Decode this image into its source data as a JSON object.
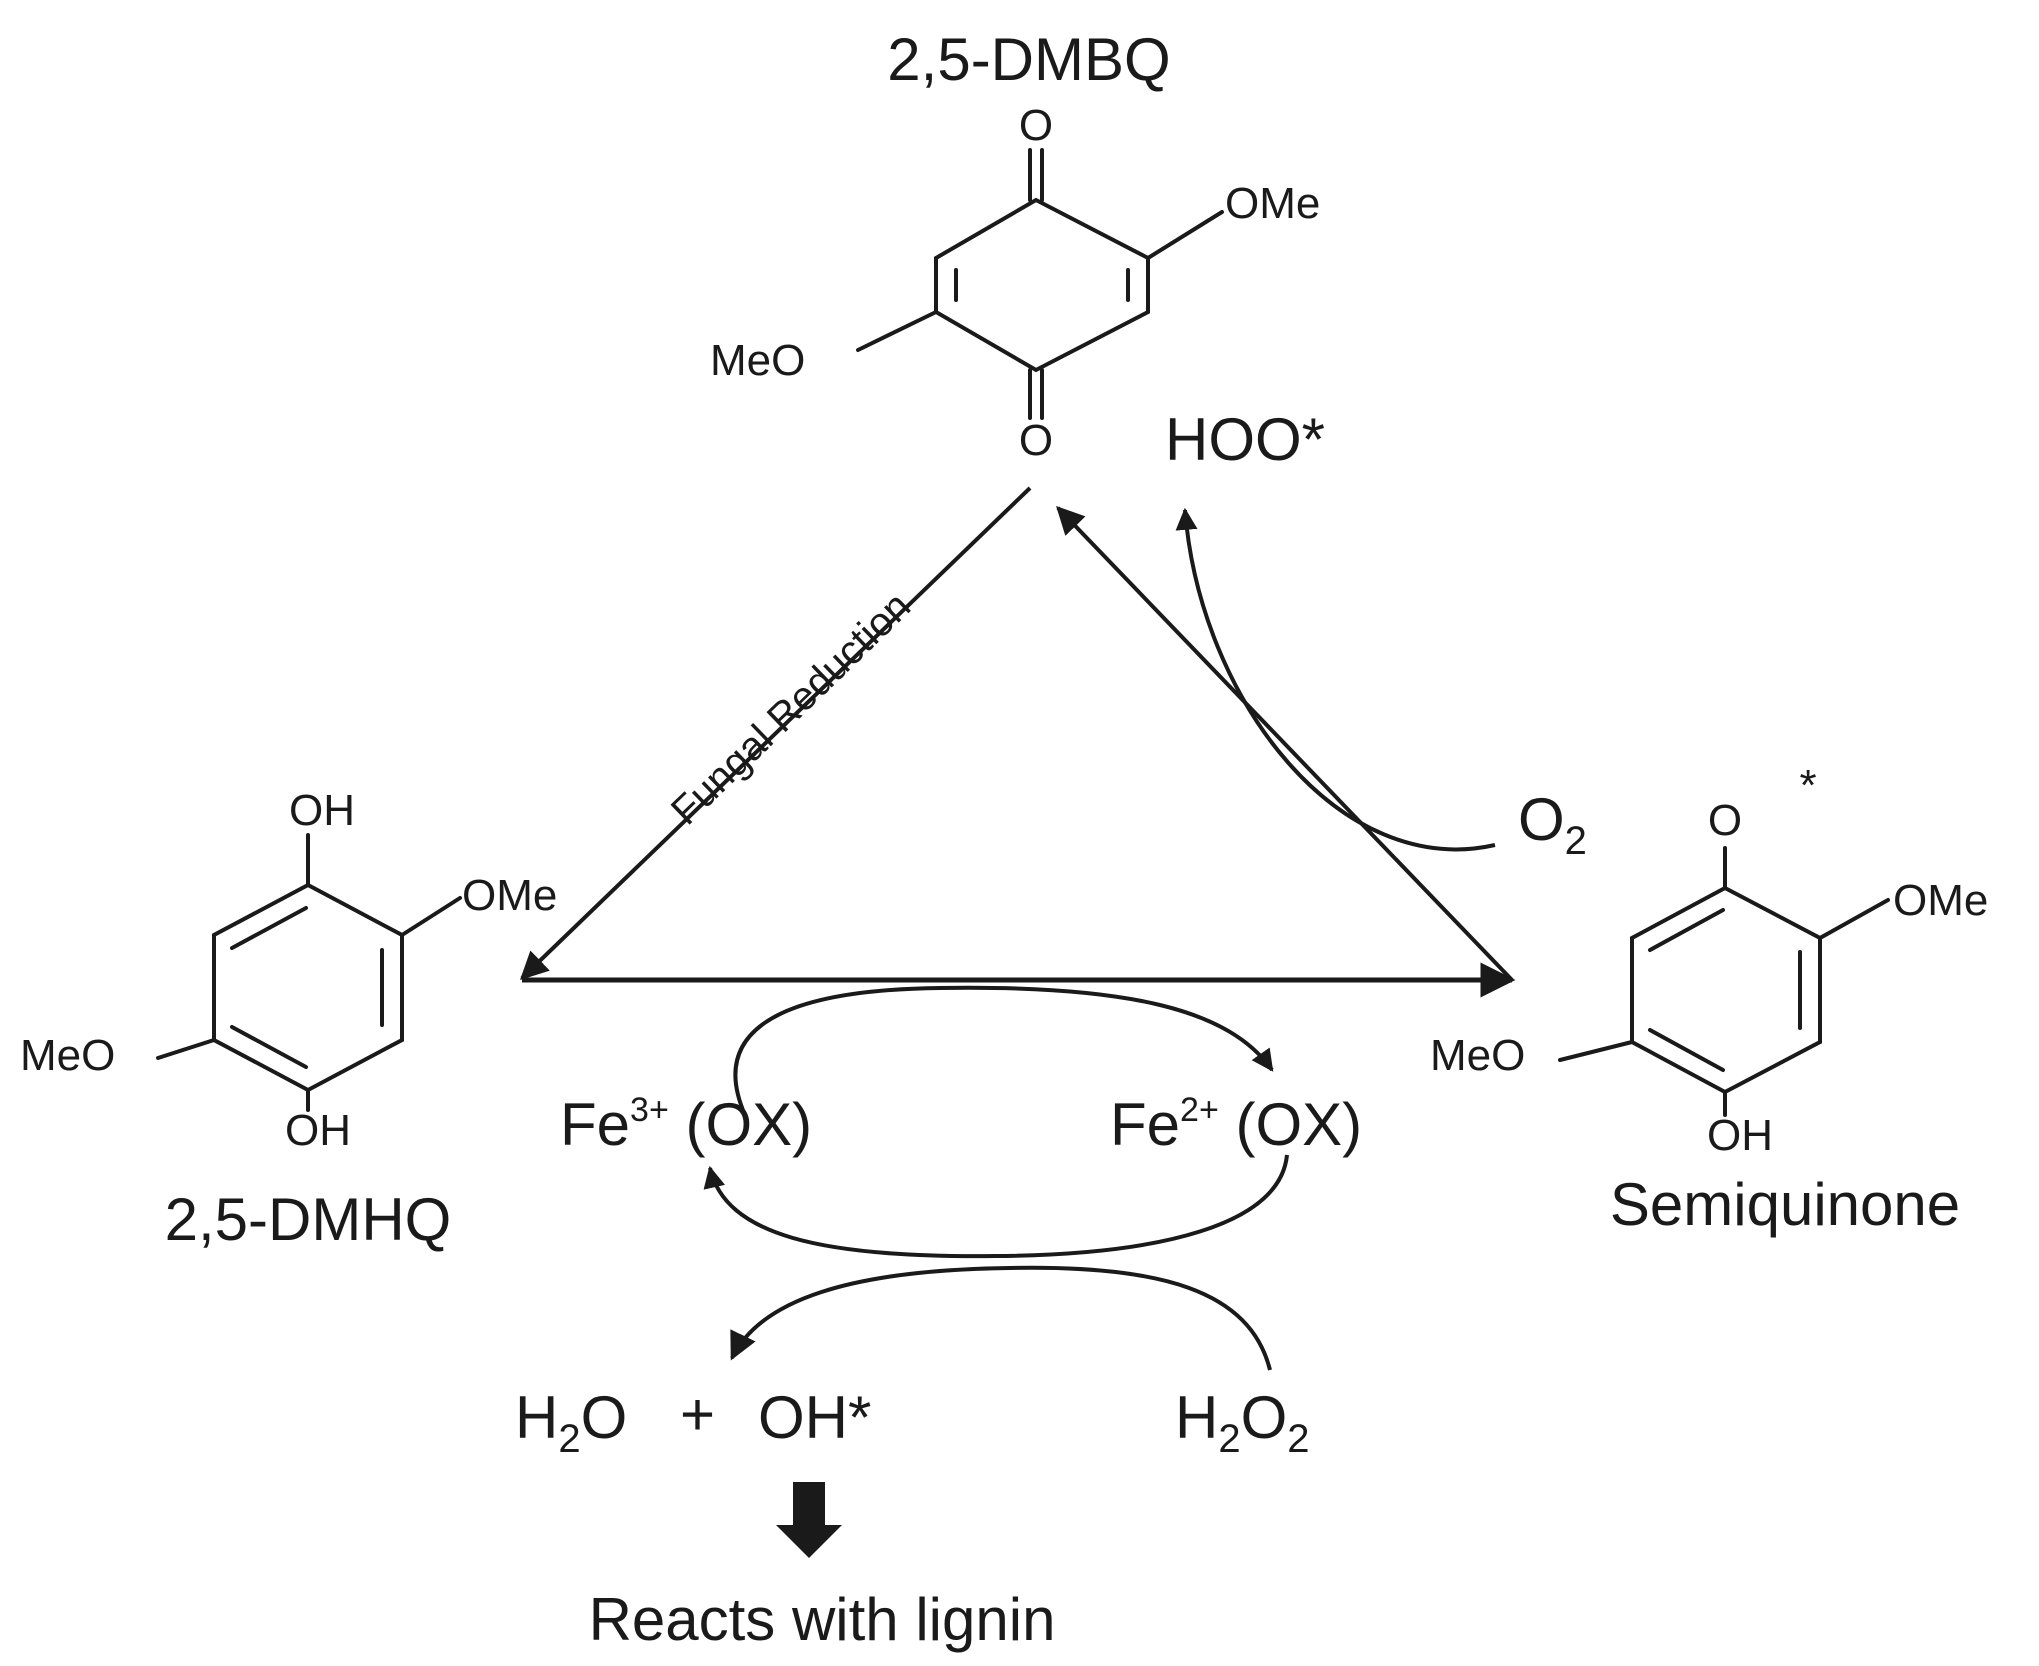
{
  "compounds": {
    "dmbq": {
      "name": "2,5-DMBQ",
      "top_o": "O",
      "bottom_o": "O",
      "ome": "OMe",
      "meo": "MeO"
    },
    "dmhq": {
      "name": "2,5-DMHQ",
      "top_oh": "OH",
      "bottom_oh": "OH",
      "ome": "OMe",
      "meo": "MeO"
    },
    "semiquinone": {
      "name": "Semiquinone",
      "radical_o": "O",
      "radical_mark": "*",
      "ome": "OMe",
      "meo": "MeO",
      "bottom_oh": "OH"
    }
  },
  "labels": {
    "fungal_reduction": "Fungal Reduction",
    "hoo_radical": "HOO*",
    "o2_base": "O",
    "o2_sub": "2",
    "fe3_base": "Fe",
    "fe3_sup": "3+",
    "fe3_suffix": " (OX)",
    "fe2_base": "Fe",
    "fe2_sup": "2+",
    "fe2_suffix": " (OX)",
    "h2o_h": "H",
    "h2o_sub": "2",
    "h2o_o": "O",
    "plus": "+",
    "oh_radical": "OH*",
    "h2o2_h": "H",
    "h2o2_sub1": "2",
    "h2o2_o": "O",
    "h2o2_sub2": "2",
    "lignin": "Reacts with lignin"
  }
}
